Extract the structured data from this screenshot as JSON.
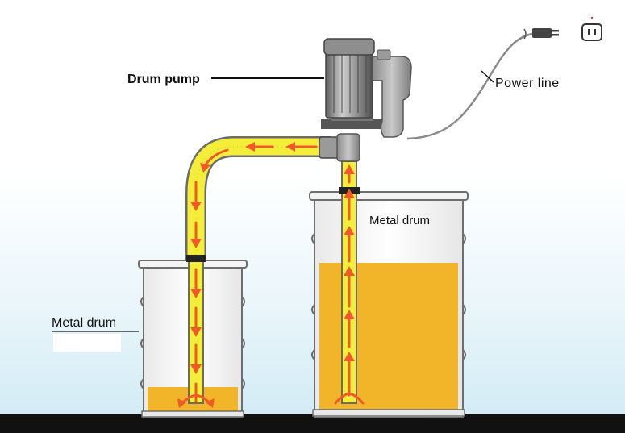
{
  "labels": {
    "drum_pump": "Drum pump",
    "power_line": "Power line",
    "metal_drum_large": "Metal drum",
    "metal_drum_small": "Metal drum"
  },
  "colors": {
    "liquid": "#f2b429",
    "tube_fill": "#f4ee3a",
    "arrow": "#f05a28",
    "drum_stroke": "#6e6e6e",
    "floor": "#111111",
    "motor": "#7a7a7a"
  },
  "icons": [
    "power-plug-icon",
    "wall-outlet-icon"
  ]
}
